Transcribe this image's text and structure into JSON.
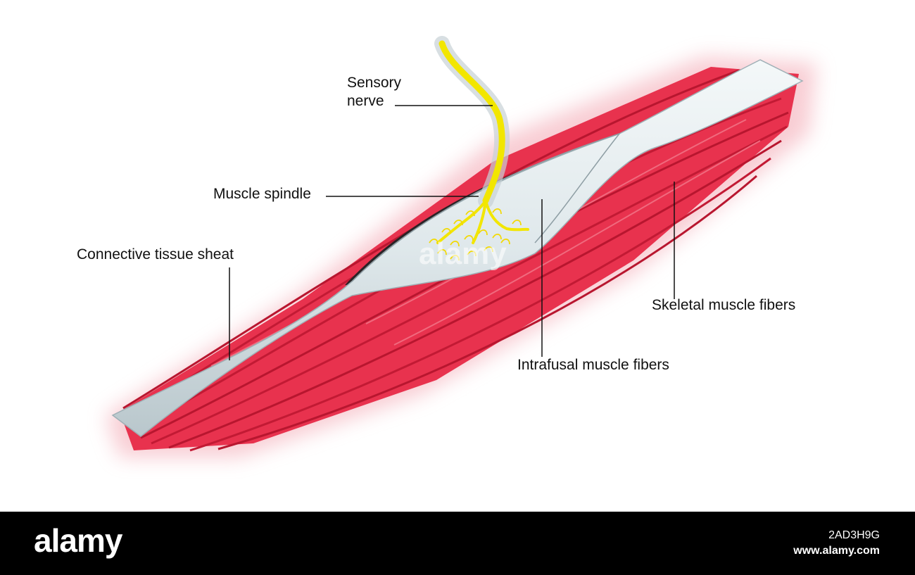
{
  "labels": {
    "sensory_line1": "Sensory",
    "sensory_line2": "nerve",
    "muscle_spindle": "Muscle spindle",
    "connective_tissue": "Connective tissue sheat",
    "skeletal_fibers": "Skeletal muscle fibers",
    "intrafusal_fibers": "Intrafusal muscle fibers"
  },
  "footer": {
    "brand": "alamy",
    "image_id": "2AD3H9G",
    "site": "www.alamy.com",
    "watermark": "alamy"
  },
  "colors": {
    "muscle": "#e8324e",
    "muscle_dark": "#a3122a",
    "sheath": "#dde7ea",
    "nerve": "#f2e600",
    "background": "#ffffff",
    "footer": "#000000"
  }
}
